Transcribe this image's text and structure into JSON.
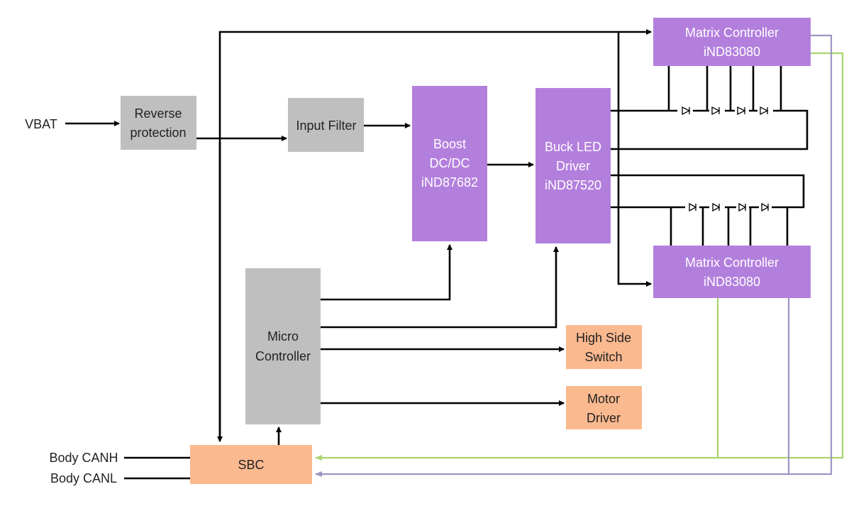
{
  "inputs": {
    "vbat": "VBAT",
    "canh": "Body CANH",
    "canl": "Body CANL"
  },
  "blocks": {
    "reverse": [
      "Reverse",
      "protection"
    ],
    "filter": [
      "Input Filter"
    ],
    "boost": [
      "Boost",
      "DC/DC",
      "iND87682"
    ],
    "buck": [
      "Buck LED",
      "Driver",
      "iND87520"
    ],
    "matrix_top": [
      "Matrix Controller",
      "iND83080"
    ],
    "matrix_bottom": [
      "Matrix Controller",
      "iND83080"
    ],
    "mcu": [
      "Micro",
      "Controller"
    ],
    "hss": [
      "High Side",
      "Switch"
    ],
    "motor": [
      "Motor",
      "Driver"
    ],
    "sbc": [
      "SBC"
    ]
  },
  "colors": {
    "purple": "#b37fdd",
    "gray": "#bfbfbf",
    "orange": "#fbb98f",
    "green": "#a9d46f",
    "lavender": "#9d95c2"
  }
}
